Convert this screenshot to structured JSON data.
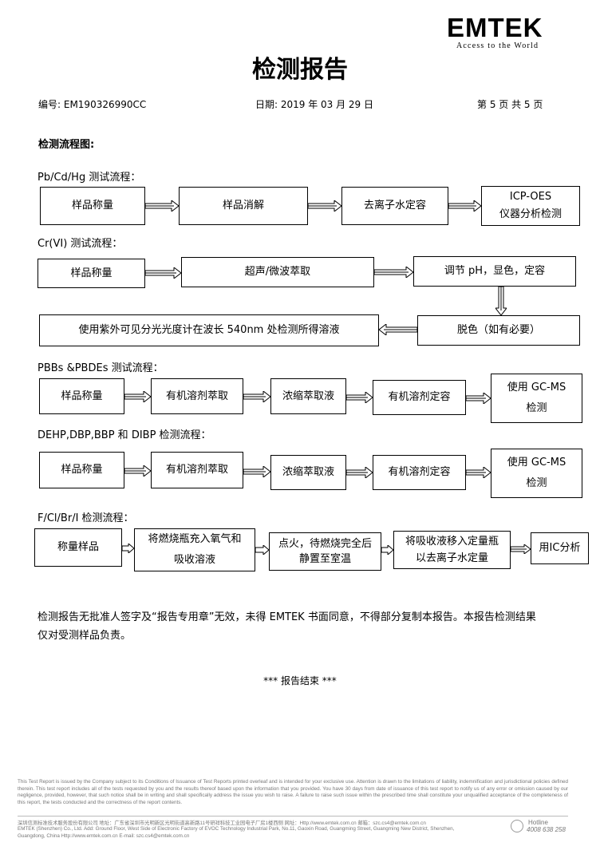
{
  "logo": {
    "name": "EMTEK",
    "tagline": "Access to the World"
  },
  "title": "检测报告",
  "meta": {
    "report_no": "编号: EM190326990CC",
    "date": "日期: 2019 年 03 月 29 日",
    "page": "第 5 页 共 5 页"
  },
  "heading": "检测流程图:",
  "flows": {
    "pb": {
      "label": "Pb/Cd/Hg 测试流程：",
      "steps": [
        "样品称量",
        "样品消解",
        "去离子水定容",
        "ICP-OES",
        "仪器分析检测"
      ]
    },
    "cr": {
      "label": "Cr(VI) 测试流程：",
      "steps": [
        "样品称量",
        "超声/微波萃取",
        "调节 pH，显色，定容",
        "脱色（如有必要）",
        "使用紫外可见分光光度计在波长 540nm 处检测所得溶液"
      ]
    },
    "pbb": {
      "label": "PBBs &PBDEs 测试流程：",
      "steps": [
        "样品称量",
        "有机溶剂萃取",
        "浓缩萃取液",
        "有机溶剂定容",
        "使用 GC-MS",
        "检测"
      ]
    },
    "dehp": {
      "label": "DEHP,DBP,BBP 和 DIBP 检测流程：",
      "steps": [
        "样品称量",
        "有机溶剂萃取",
        "浓缩萃取液",
        "有机溶剂定容",
        "使用 GC-MS",
        "检测"
      ]
    },
    "f": {
      "label": "F/Cl/Br/I 检测流程：",
      "steps": [
        "称量样品",
        "将燃烧瓶充入氧气和",
        "吸收溶液",
        "点火，待燃烧完全后",
        "静置至室温",
        "将吸收液移入定量瓶",
        "以去离子水定量",
        "用IC分析"
      ]
    }
  },
  "note": {
    "line1": "检测报告无批准人签字及“报告专用章”无效，未得 EMTEK 书面同意，不得部分复制本报告。本报告检测结果",
    "line2": "仅对受测样品负责。"
  },
  "end": "*** 报告结束 ***",
  "footer": {
    "disclaimer": "This Test Report is issued by the Company subject to its Conditions of Issuance of Test Reports printed overleaf and is intended for your exclusive use. Attention is drawn to the limitations of liability, indemnification and jurisdictional policies defined therein. This test report includes all of the tests requested by you and the results thereof based upon the information that you provided. You have 30 days from date of issuance of this test report to notify us of any error or omission caused by our negligence, provided, however, that such notice shall be in writing and shall specifically address the issue you wish to raise. A failure to raise such issue within the prescribed time shall constitute your unqualified acceptance of the completeness of this report, the tests conducted and the correctness of the report contents.",
    "line1": "深圳信测标准技术服务股份有限公司  地址：广东省深圳市光明新区光明街道高新路11号研祥科技工业园电子厂房1楼西侧  网址：Http://www.emtek.com.cn  邮箱：szc.cs4@emtek.com.cn",
    "line2": "EMTEK (Shenzhen) Co., Ltd.  Add: Ground Floor, West Side of Electronic Factory of EVOC Technology Industrial Park, No.11, Gaoxin Road, Guangming Street, Guangming New District, Shenzhen,",
    "line3": "Guangdong, China   Http://www.emtek.com.cn   E-mail: szc.cs4@emtek.com.cn",
    "hotline_label": "Hotline",
    "hotline_number": "4008 638 258"
  }
}
